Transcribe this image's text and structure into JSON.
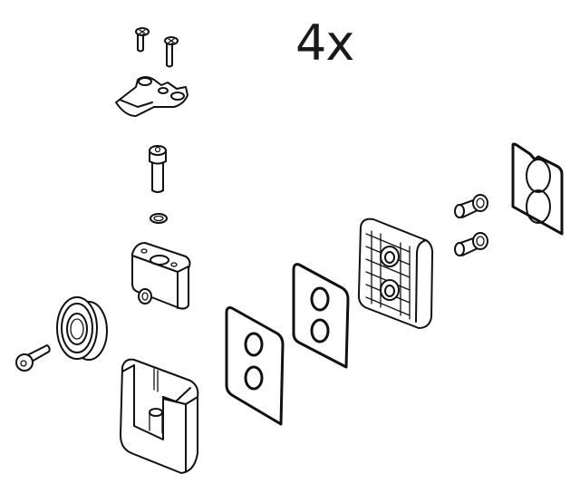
{
  "diagram": {
    "type": "exploded-assembly-view",
    "quantity_label": "4x",
    "parts": [
      {
        "id": "small-countersunk-screw-pair",
        "count": 2,
        "description": "Two small countersunk screws"
      },
      {
        "id": "clamp-bracket",
        "count": 1,
        "description": "Bent clamp plate with three holes"
      },
      {
        "id": "socket-head-cap-screw",
        "count": 1,
        "description": "Hex socket cap screw"
      },
      {
        "id": "washer",
        "count": 1,
        "description": "Small ring washer"
      },
      {
        "id": "axle-block",
        "count": 1,
        "description": "Rectangular block with bores and boss"
      },
      {
        "id": "grooved-roller-wheel",
        "count": 1,
        "description": "V-groove pulley wheel with bearing"
      },
      {
        "id": "axle-screw",
        "count": 1,
        "description": "Short cap screw for roller"
      },
      {
        "id": "u-housing",
        "count": 1,
        "description": "U-shaped end housing"
      },
      {
        "id": "gasket-plate-1",
        "count": 1,
        "description": "Flat plate with two holes"
      },
      {
        "id": "gasket-plate-2",
        "count": 1,
        "description": "Flat plate with two holes"
      },
      {
        "id": "ribbed-mounting-pad",
        "count": 1,
        "description": "Square pad with ribbed back and two countersunk holes"
      },
      {
        "id": "button-head-screw-pair",
        "count": 2,
        "description": "Two short shoulder screws"
      },
      {
        "id": "adhesive-pad",
        "count": 1,
        "description": "Thin plate with two large circular pads"
      }
    ]
  }
}
